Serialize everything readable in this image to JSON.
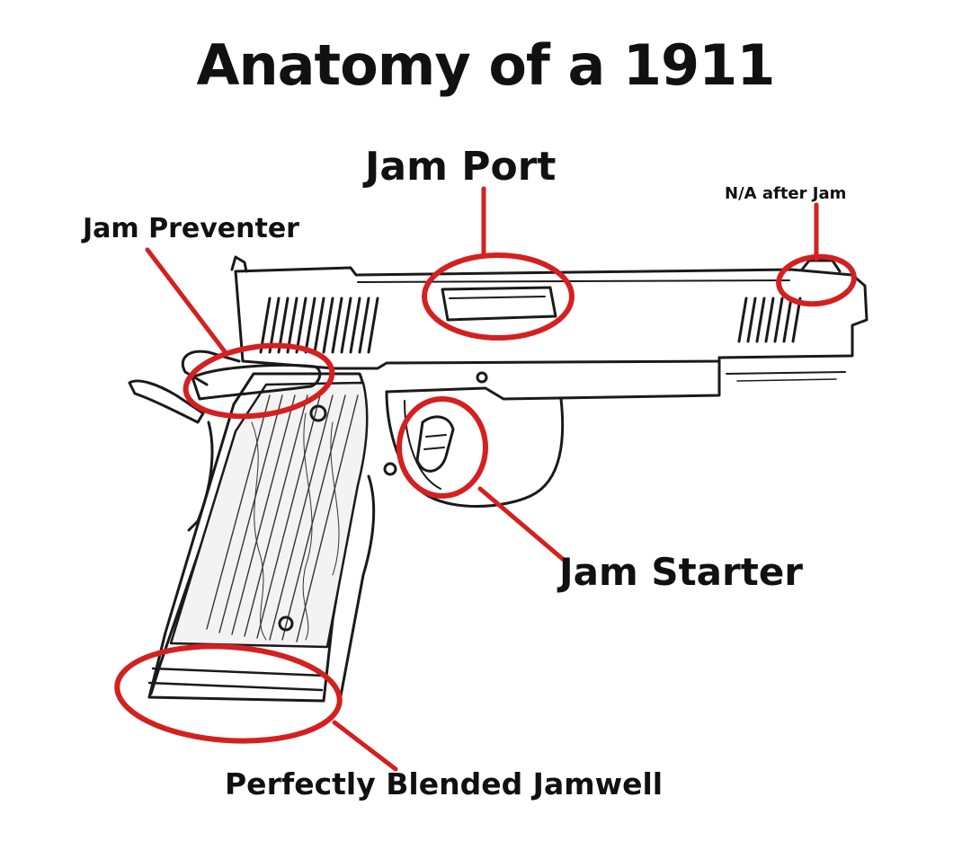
{
  "title": "Anatomy of a 1911",
  "accent_color": "#d42020",
  "line_color": "#1a1a1a",
  "labels": {
    "jam_port": "Jam Port",
    "na_after_jam": "N/A after Jam",
    "jam_preventer": "Jam Preventer",
    "jam_starter": "Jam Starter",
    "jamwell": "Perfectly Blended Jamwell"
  }
}
